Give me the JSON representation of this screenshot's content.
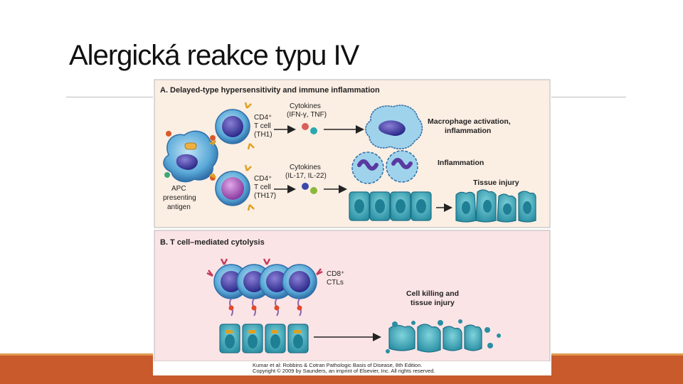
{
  "slide": {
    "title": "Alergická reakce typu IV"
  },
  "figure": {
    "panel_a": {
      "title": "A. Delayed-type hypersensitivity and immune inflammation",
      "th1_label": [
        "CD4⁺",
        "T cell",
        "(TH1)"
      ],
      "th17_label": [
        "CD4⁺",
        "T cell",
        "(TH17)"
      ],
      "apc_label": [
        "APC",
        "presenting",
        "antigen"
      ],
      "cytokines_1": [
        "Cytokines",
        "(IFN-γ, TNF)"
      ],
      "cytokines_2": [
        "Cytokines",
        "(IL-17, IL-22)"
      ],
      "macrophage_label": [
        "Macrophage activation,",
        "inflammation"
      ],
      "inflammation_label": "Inflammation",
      "tissue_injury_label": "Tissue injury"
    },
    "panel_b": {
      "title": "B. T cell–mediated cytolysis",
      "ctl_label": [
        "CD8⁺",
        "CTLs"
      ],
      "killing_label": [
        "Cell killing and",
        "tissue injury"
      ]
    },
    "credit": [
      "Kumar et al: Robbins & Cotran Pathologic Basis of Disease, 8th Edition.",
      "Copyright © 2009 by Saunders, an imprint of Elsevier, Inc. All rights reserved."
    ]
  }
}
